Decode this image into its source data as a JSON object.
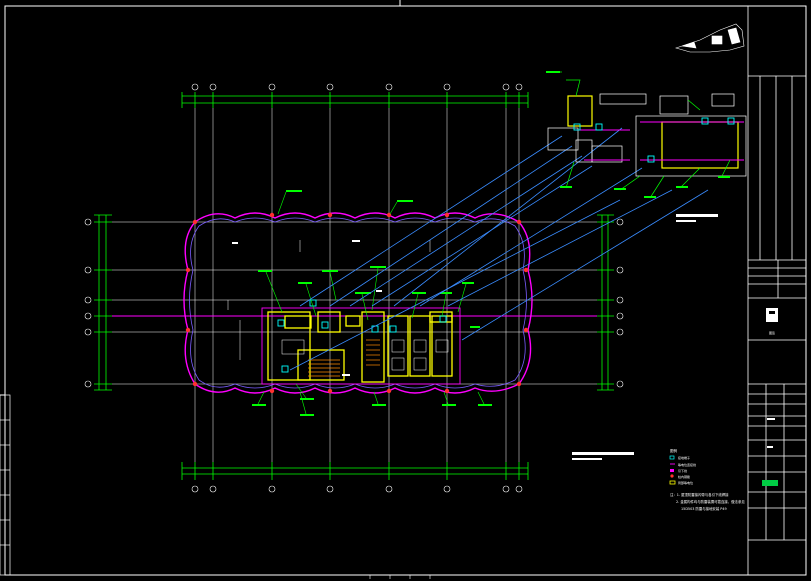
{
  "sheet": {
    "colors": {
      "background": "#000000",
      "frame": "#ffffff",
      "axis_grid": "#ffffff",
      "dimension": "#00ff00",
      "wall_outline": "#ff00ff",
      "column": "#ff3030",
      "leader": "#3a8cff",
      "core_wall": "#ffff00",
      "detail": "#00ffff",
      "fill_highlight": "#00cc44",
      "title_block_line": "#ffffff"
    }
  },
  "legend": {
    "heading": "图例",
    "items": [
      {
        "icon": "square-marker",
        "color": "#00ffff",
        "label": "接地端子"
      },
      {
        "icon": "dash-marker",
        "color": "#ff00ff",
        "label": "等电位连接线"
      },
      {
        "icon": "square-marker",
        "color": "#ff00ff",
        "label": "引下线"
      },
      {
        "icon": "dot-marker",
        "color": "#ff3030",
        "label": "柱内钢筋"
      },
      {
        "icon": "box-marker",
        "color": "#ffff00",
        "label": "局部等电位"
      }
    ]
  },
  "notes": {
    "line1": "注：1. 屋顶防雷接闪带与各引下线焊接",
    "line2": "2. 金属构件均与防雷装置可靠连接，做法参见",
    "line3": "15D503 防雷与接地安装 P49"
  },
  "title_block": {
    "stamp": "图签"
  }
}
